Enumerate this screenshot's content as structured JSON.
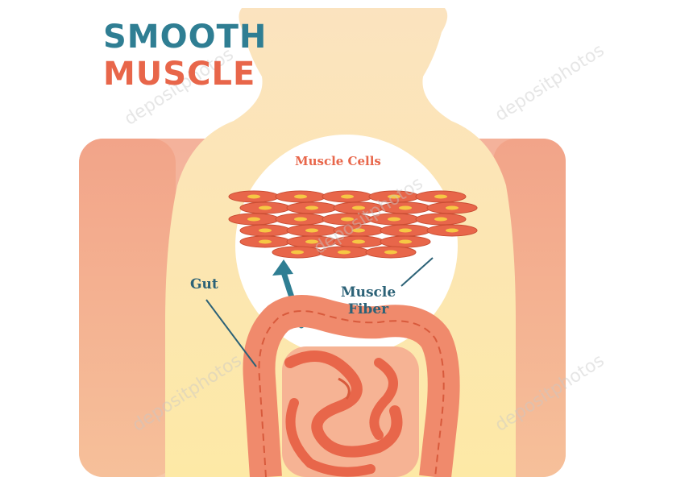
{
  "title": {
    "line1": "SMOOTH",
    "line2": "MUSCLE"
  },
  "labels": {
    "muscle_cells": "Muscle Cells",
    "muscle_fiber": "Muscle\nFiber",
    "gut": "Gut"
  },
  "watermark": "depositphotos",
  "colors": {
    "title_blue": "#2f7e93",
    "title_orange": "#e8664a",
    "label_blue": "#2c6277",
    "arrow_blue": "#2f7e93",
    "body_skin": "#fbd9a8",
    "arms": "#f0a48a",
    "cell": "#e8664a",
    "cell_nucleus": "#f6c744",
    "intestine": "#f08a6c",
    "intestine_outline": "#d85a3c"
  }
}
